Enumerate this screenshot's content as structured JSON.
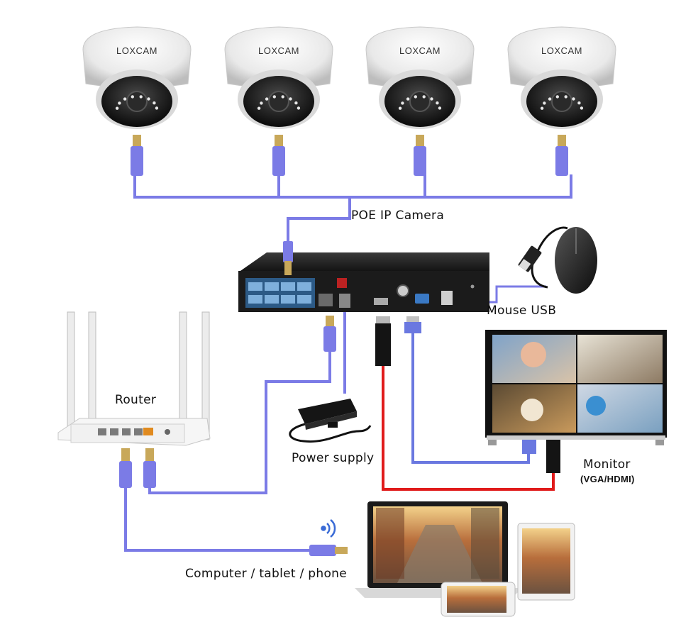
{
  "colors": {
    "ethernet": "#7b7be6",
    "hdmi": "#e01b1b",
    "vga": "#6a78e0",
    "device_dark": "#1a1a1a",
    "nvr_panel": "#2c5a86"
  },
  "cameras": [
    {
      "brand": "LOXCAM"
    },
    {
      "brand": "LOXCAM"
    },
    {
      "brand": "LOXCAM"
    },
    {
      "brand": "LOXCAM"
    }
  ],
  "labels": {
    "poe_camera": "POE IP Camera",
    "mouse": "Mouse USB",
    "router": "Router",
    "power_supply": "Power supply",
    "monitor": "Monitor",
    "monitor_sub": "(VGA/HDMI)",
    "clients": "Computer / tablet / phone"
  },
  "icons": [
    "dome-camera-icon",
    "ethernet-plug-icon",
    "nvr-recorder-icon",
    "usb-mouse-icon",
    "wifi-router-icon",
    "power-adapter-icon",
    "monitor-icon",
    "laptop-icon",
    "tablet-icon",
    "phone-icon",
    "wireless-signal-icon"
  ]
}
